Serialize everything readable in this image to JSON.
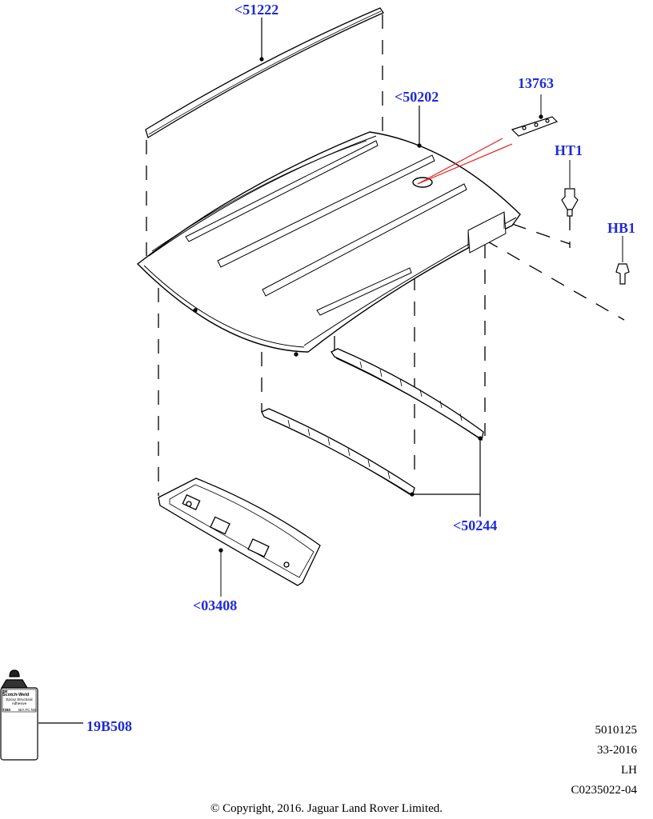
{
  "callouts": {
    "roof_moulding": "<51222",
    "roof_panel": "<50202",
    "bracket": "13763",
    "clip_ht1": "HT1",
    "clip_hb1": "HB1",
    "roof_bows": "<50244",
    "header_panel": "<03408",
    "adhesive": "19B508"
  },
  "adhesive_label": {
    "brand": "3M",
    "product": "Scotch-Weld",
    "type_line1": "Epoxy Structural",
    "type_line2": "Adhesive",
    "code": "7260",
    "suffix": "B/A FC NS"
  },
  "reference": {
    "line1": "5010125",
    "line2": "33-2016",
    "line3": "LH",
    "line4": "C0235022-04"
  },
  "copyright": "© Copyright, 2016. Jaguar Land Rover Limited.",
  "colors": {
    "callout": "#1f2bd6",
    "leader_red": "#e02020",
    "line": "#000000"
  }
}
